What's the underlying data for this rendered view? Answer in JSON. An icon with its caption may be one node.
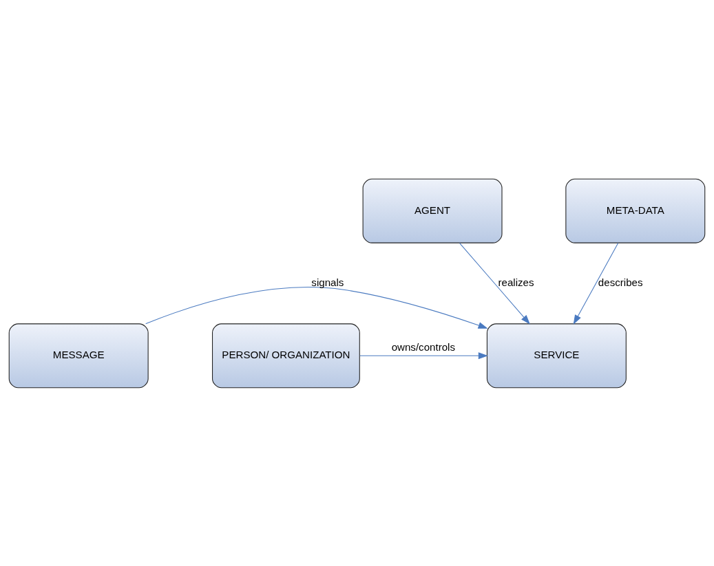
{
  "diagram": {
    "nodes": [
      {
        "text": [
          "AGENT"
        ]
      },
      {
        "text": [
          "MESSAGE"
        ]
      },
      {
        "text": [
          "SERVICE"
        ]
      },
      {
        "text": [
          "PERSON/ ORGANIZATION"
        ]
      },
      {
        "text": [
          "META-DATA"
        ]
      }
    ],
    "edges": [
      {
        "from": 0,
        "to": 2,
        "arrow": "to",
        "label": "realizes"
      },
      {
        "from": 1,
        "to": 2,
        "arrow": "to",
        "label": "signals"
      },
      {
        "from": 3,
        "to": 2,
        "arrow": "to",
        "label": "owns/controls"
      },
      {
        "from": 4,
        "to": 2,
        "arrow": "to",
        "label": "describes"
      }
    ]
  }
}
